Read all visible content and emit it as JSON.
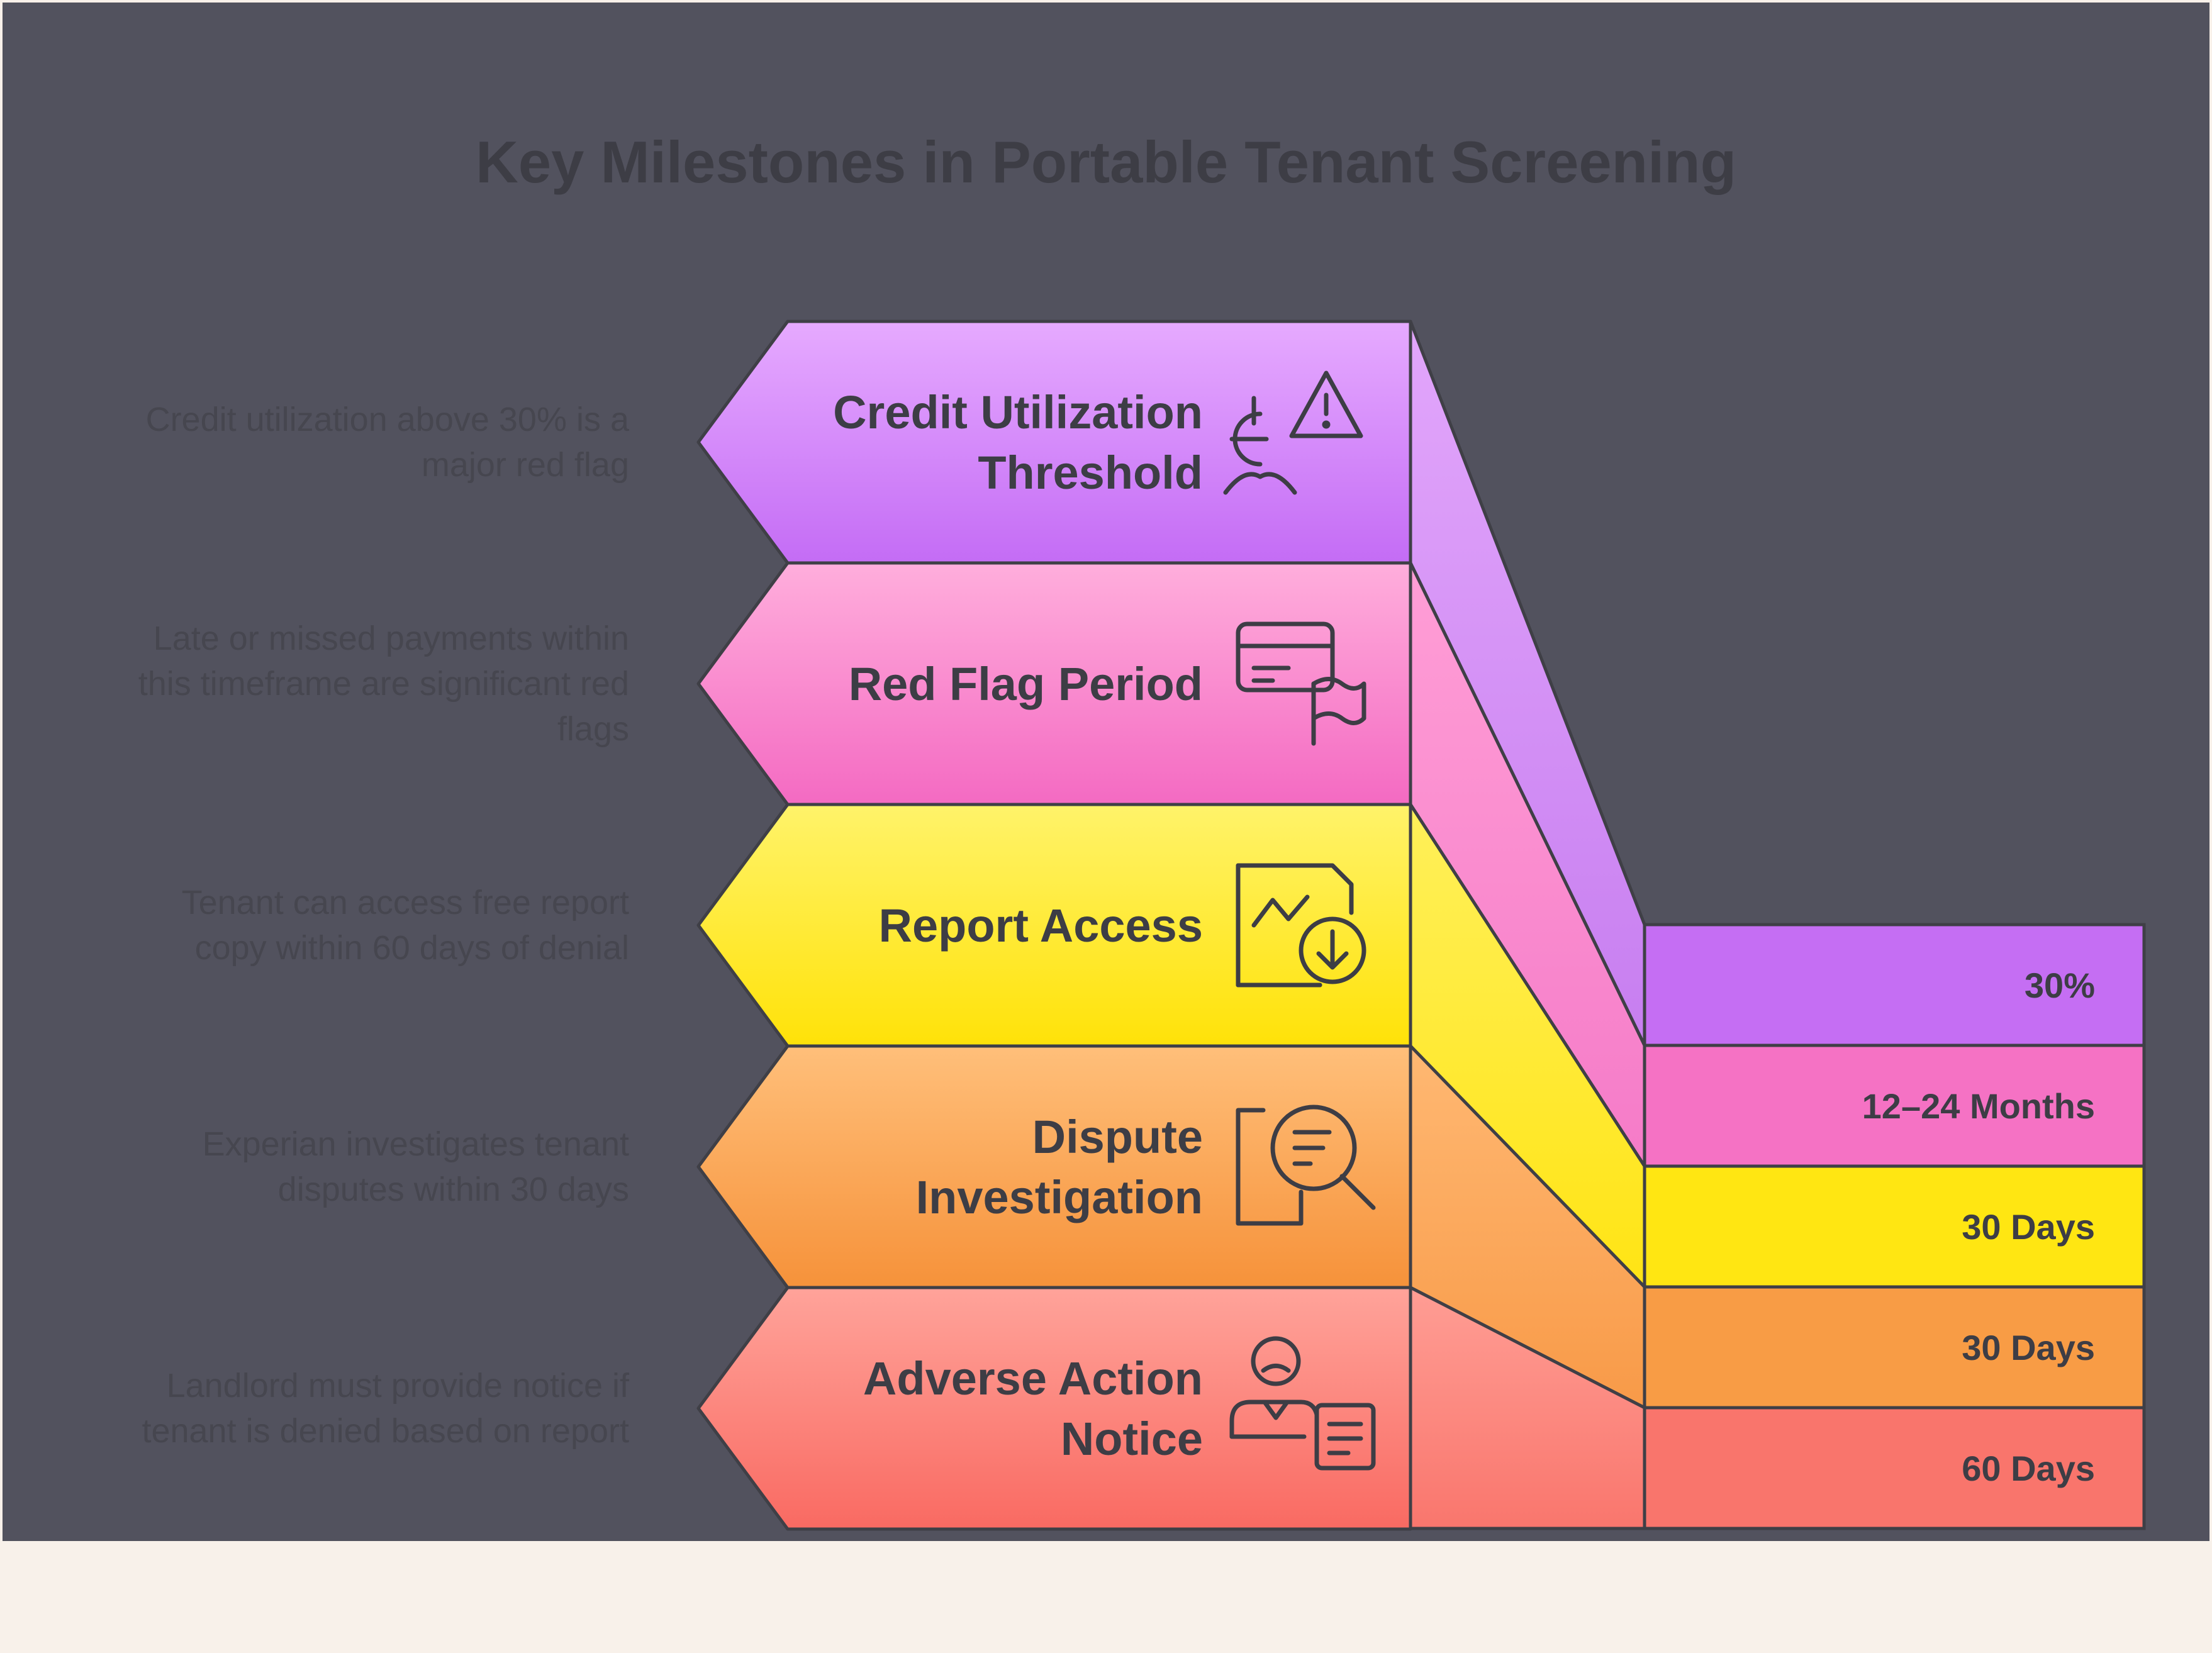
{
  "title": "Key Milestones in Portable Tenant Screening",
  "colors": {
    "background": "#52525e",
    "page_margin": "#f8f1ea",
    "outline": "#3f3f46",
    "text_dark": "#3d3d45",
    "desc_text": "#46464f"
  },
  "milestones": [
    {
      "label_lines": [
        "Credit Utilization",
        "Threshold"
      ],
      "description_lines": [
        "Credit utilization above 30% is a",
        "major red flag"
      ],
      "value": "30%",
      "icon": "credit-utilization-warning-icon",
      "color_top": "#e6aaff",
      "color_bottom": "#c46cf5",
      "side_top": "#e2a6fb",
      "side_bottom": "#c77ef0",
      "value_color": "#c56ef3"
    },
    {
      "label_lines": [
        "Red Flag Period"
      ],
      "description_lines": [
        "Late or missed payments within",
        "this timeframe are significant red",
        "flags"
      ],
      "value": "12–24 Months",
      "icon": "credit-card-flag-icon",
      "color_top": "#ffaedc",
      "color_bottom": "#f46ac2",
      "side_top": "#ff9ed6",
      "side_bottom": "#f57bc8",
      "value_color": "#f572c4"
    },
    {
      "label_lines": [
        "Report Access"
      ],
      "description_lines": [
        "Tenant can access free report",
        "copy within 60 days of denial"
      ],
      "value": "30 Days",
      "icon": "report-download-icon",
      "color_top": "#fff36a",
      "color_bottom": "#ffe208",
      "side_top": "#fff05a",
      "side_bottom": "#ffe414",
      "value_color": "#ffe612"
    },
    {
      "label_lines": [
        "Dispute",
        "Investigation"
      ],
      "description_lines": [
        "Experian investigates tenant",
        "disputes within 30 days"
      ],
      "value": "30 Days",
      "icon": "document-search-icon",
      "color_top": "#ffbf7a",
      "color_bottom": "#f6923a",
      "side_top": "#ffb872",
      "side_bottom": "#f89a48",
      "value_color": "#f89c45"
    },
    {
      "label_lines": [
        "Adverse Action",
        "Notice"
      ],
      "description_lines": [
        "Landlord must provide notice if",
        "tenant is denied based on report"
      ],
      "value": "60 Days",
      "icon": "person-notice-icon",
      "color_top": "#ffa39a",
      "color_bottom": "#f96a62",
      "side_top": "#ff9d94",
      "side_bottom": "#f9766d",
      "value_color": "#f9756c"
    }
  ]
}
